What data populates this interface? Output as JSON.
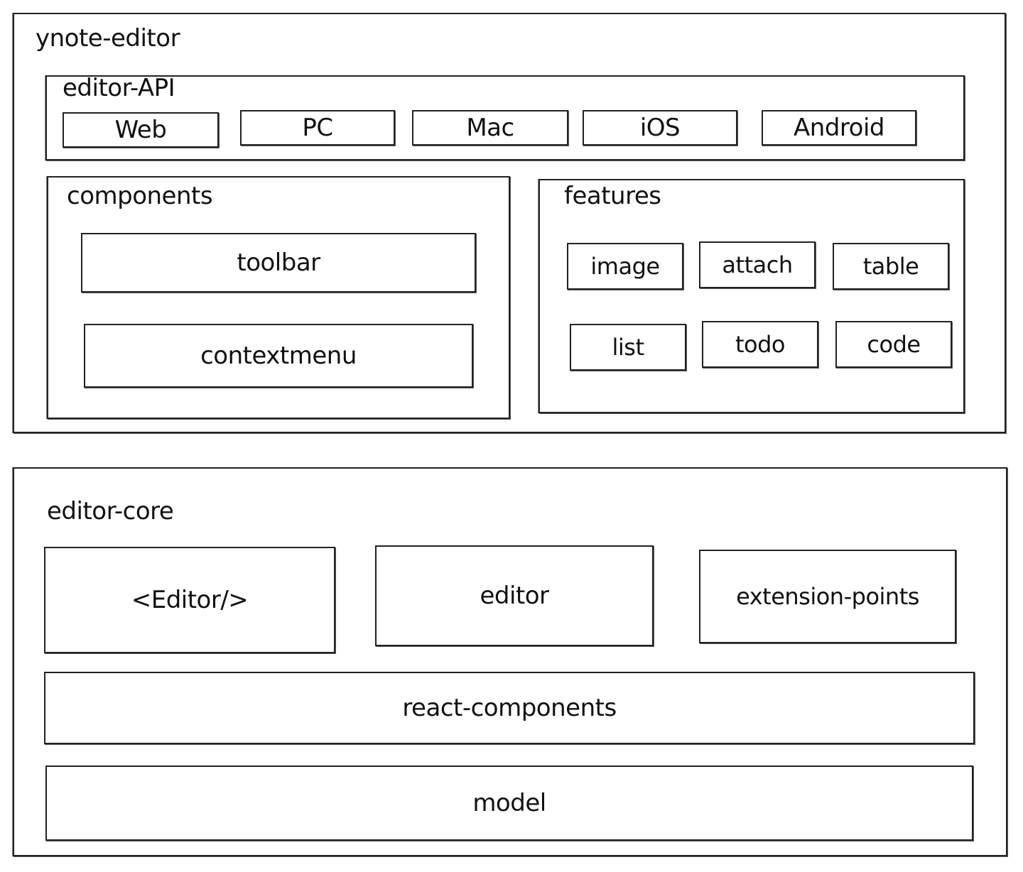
{
  "ynote_editor": {
    "title": "ynote-editor",
    "editor_api": {
      "title": "editor-API",
      "platforms": [
        "Web",
        "PC",
        "Mac",
        "iOS",
        "Android"
      ]
    },
    "components": {
      "title": "components",
      "items": [
        "toolbar",
        "contextmenu"
      ]
    },
    "features": {
      "title": "features",
      "items": [
        "image",
        "attach",
        "table",
        "list",
        "todo",
        "code"
      ]
    }
  },
  "editor_core": {
    "title": "editor-core",
    "top_items": [
      "<Editor/>",
      "editor",
      "extension-points"
    ],
    "layers": [
      "react-components",
      "model"
    ]
  }
}
